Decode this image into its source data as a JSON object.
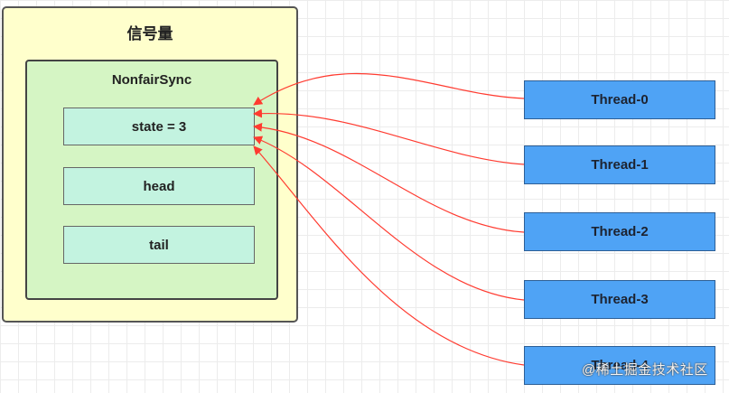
{
  "semaphore": {
    "title": "信号量"
  },
  "sync": {
    "title": "NonfairSync"
  },
  "fields": [
    "state = 3",
    "head",
    "tail"
  ],
  "threads": [
    "Thread-0",
    "Thread-1",
    "Thread-2",
    "Thread-3",
    "Thread-4"
  ],
  "watermark": "@稀土掘金技术社区",
  "colors": {
    "outer_bg": "#ffffcc",
    "inner_bg": "#d5f5c4",
    "field_bg": "#c3f3e0",
    "thread_bg": "#4fa3f5",
    "arrow": "#ff3b30"
  }
}
